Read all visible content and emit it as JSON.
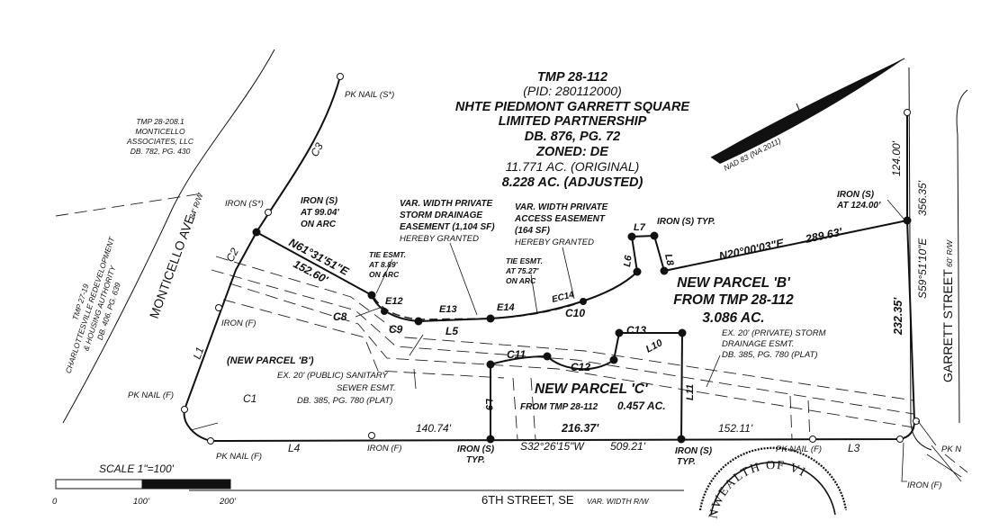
{
  "title_block": {
    "tmp": "TMP 28-112",
    "pid": "(PID: 280112000)",
    "owner_line1": "NHTE PIEDMONT GARRETT SQUARE",
    "owner_line2": "LIMITED PARTNERSHIP",
    "deed": "DB. 876, PG. 72",
    "zoned": "ZONED:  DE",
    "area_original": "11.771 AC. (ORIGINAL)",
    "area_adjusted": "8.228 AC. (ADJUSTED)"
  },
  "adjoiners": {
    "monticello_assoc": [
      "TMP 28-208.1",
      "MONTICELLO",
      "ASSOCIATES, LLC",
      "DB. 782, PG. 430"
    ],
    "cra": [
      "TMP 27-19",
      "CHARLOTTESVILLE REDEVELOPMENT",
      "& HOUSING AUTHORITY",
      "DB. 406, PG. 639"
    ]
  },
  "streets": {
    "monticello_name": "MONTICELLO AVE.",
    "monticello_rw": "84' R/W",
    "garrett_name": "GARRETT STREET",
    "garrett_rw": "60' R/W",
    "sixth_name": "6TH STREET, SE",
    "sixth_rw": "VAR. WIDTH R/W"
  },
  "parcels": {
    "b_title": "NEW PARCEL 'B'",
    "b_from": "FROM TMP 28-112",
    "b_area": "3.086 AC.",
    "b_ref": "(NEW PARCEL 'B')",
    "c_title": "NEW PARCEL 'C'",
    "c_from": "FROM TMP 28-112",
    "c_area": "0.457 AC."
  },
  "notes": {
    "storm_priv": [
      "VAR. WIDTH PRIVATE",
      "STORM DRAINAGE",
      "EASEMENT (1,104 SF)",
      "HEREBY GRANTED"
    ],
    "access_priv": [
      "VAR. WIDTH PRIVATE",
      "ACCESS EASEMENT",
      "(164 SF)",
      "HEREBY GRANTED"
    ],
    "tie_889": [
      "TIE ESMT.",
      "AT 8.89'",
      "ON ARC"
    ],
    "tie_7527": [
      "TIE ESMT.",
      "AT 75.27'",
      "ON ARC"
    ],
    "iron_9904": [
      "IRON (S)",
      "AT 99.04'",
      "ON ARC"
    ],
    "iron_124": [
      "IRON (S)",
      "AT 124.00'"
    ],
    "iron_typ": "IRON (S) TYP.",
    "sanitary": [
      "EX. 20' (PUBLIC) SANITARY",
      "SEWER ESMT.",
      "DB. 385, PG. 780 (PLAT)"
    ],
    "storm_ex": [
      "EX. 20' (PRIVATE) STORM",
      "DRAINAGE ESMT.",
      "DB. 385, PG. 780 (PLAT)"
    ],
    "nad": "NAD 83 (NA 2011)"
  },
  "monuments": {
    "pk_nail_s": "PK NAIL (S*)",
    "iron_s_star": "IRON (S*)",
    "iron_f": "IRON (F)",
    "pk_nail_f": "PK NAIL (F)",
    "iron_s": "IRON (S)",
    "typ": "TYP.",
    "pk_n": "PK N"
  },
  "labels": {
    "c1": "C1",
    "c2": "C2",
    "c3": "C3",
    "c8": "C8",
    "c9": "C9",
    "c10": "C10",
    "c11": "C11",
    "c12": "C12",
    "c13": "C13",
    "l1": "L1",
    "l3": "L3",
    "l4": "L4",
    "l5": "L5",
    "l6": "L6",
    "l7": "L7",
    "l8": "L8",
    "l9": "L9",
    "l10": "L10",
    "l11": "L11",
    "e12": "E12",
    "e13": "E13",
    "e14": "E14",
    "ec14": "EC14"
  },
  "bearings": {
    "north_line": "N61°31'51\"E",
    "north_dist": "152.60'",
    "mid_line": "N20°00'03\"E",
    "mid_dist": "289.63'",
    "east_line": "S59°51'10\"E",
    "east_total": "356.35'",
    "east_upper": "124.00'",
    "east_lower": "232.35'",
    "south_line": "S32°26'15\"W",
    "south_total": "509.21'",
    "south_a": "140.74'",
    "south_b": "216.37'",
    "south_c": "152.11'"
  },
  "scale": {
    "label": "SCALE 1\"=100'",
    "ticks": [
      "0",
      "100'",
      "200'"
    ]
  },
  "seal_text": "NWEALTH OF VI"
}
